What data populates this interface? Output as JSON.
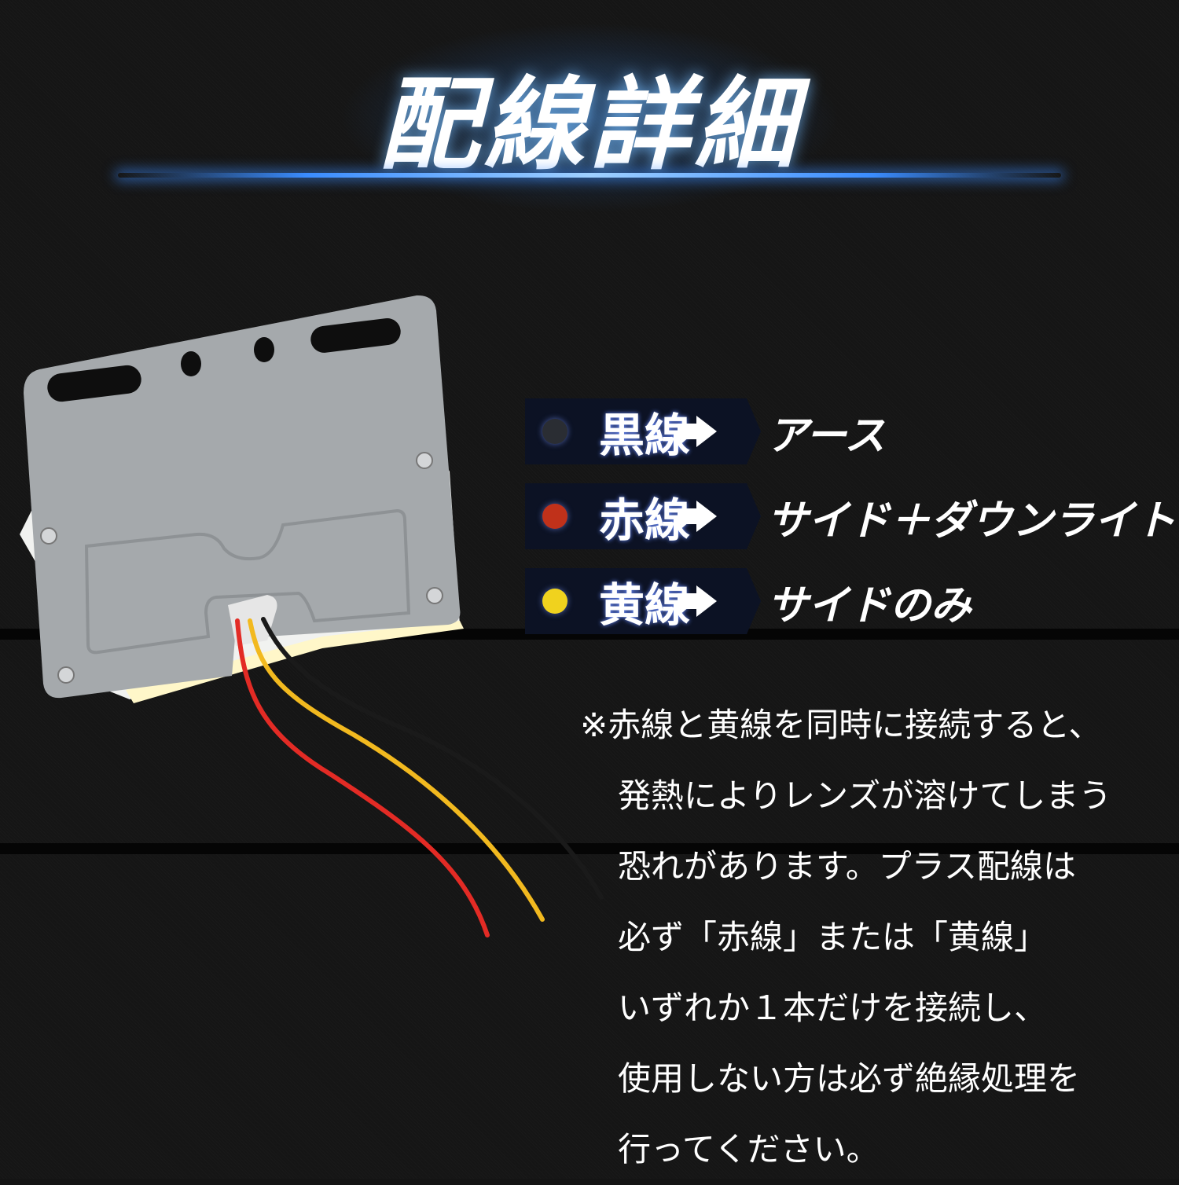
{
  "title": "配線詳細",
  "wires": [
    {
      "label": "黒線",
      "color_name": "black",
      "dot_color": "#2a2d33",
      "function": "アース"
    },
    {
      "label": "赤線",
      "color_name": "red",
      "dot_color": "#c0311a",
      "function": "サイド＋ダウンライト"
    },
    {
      "label": "黄線",
      "color_name": "yellow",
      "dot_color": "#f0d21e",
      "function": "サイドのみ"
    }
  ],
  "note": {
    "lines": [
      "※赤線と黄線を同時に接続すると、",
      "発熱によりレンズが溶けてしまう",
      "恐れがあります。プラス配線は",
      "必ず「赤線」または「黄線」",
      "いずれか１本だけを接続し、",
      "使用しない方は必ず絶縁処理を",
      "行ってください。"
    ]
  },
  "colors": {
    "background": "#141414",
    "accent_glow": "#3a8cff",
    "plate": "#a4a8ab",
    "wire_red": "#e32b25",
    "wire_yellow": "#f2b91f",
    "wire_black": "#1a1a1a"
  }
}
